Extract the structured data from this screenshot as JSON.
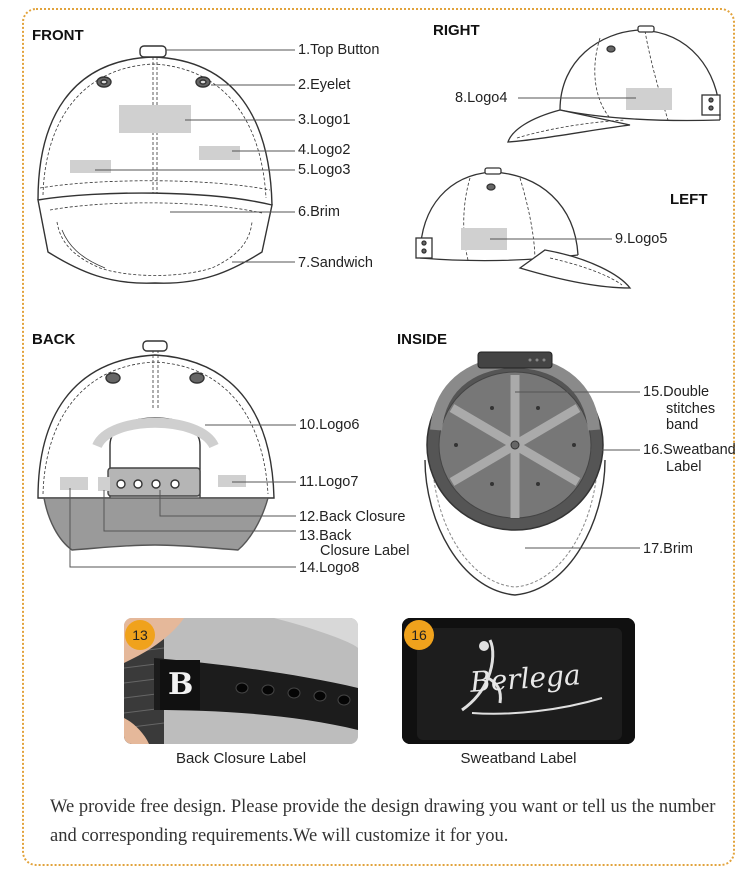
{
  "sections": {
    "front": "FRONT",
    "right": "RIGHT",
    "left": "LEFT",
    "back": "BACK",
    "inside": "INSIDE"
  },
  "callouts": {
    "c1": "1.Top Button",
    "c2": "2.Eyelet",
    "c3": "3.Logo1",
    "c4": "4.Logo2",
    "c5": "5.Logo3",
    "c6": "6.Brim",
    "c7": "7.Sandwich",
    "c8": "8.Logo4",
    "c9": "9.Logo5",
    "c10": "10.Logo6",
    "c11": "11.Logo7",
    "c12": "12.Back Closure",
    "c13_line1": "13.Back",
    "c13_line2": "Closure Label",
    "c14": "14.Logo8",
    "c15_line1": "15.Double",
    "c15_line2": "stitches",
    "c15_line3": "band",
    "c16_line1": "16.Sweatband",
    "c16_line2": "Label",
    "c17": "17.Brim"
  },
  "photos": {
    "left_badge": "13",
    "right_badge": "16",
    "left_caption": "Back Closure Label",
    "right_caption": "Sweatband Label",
    "left_logo_glyph": "B",
    "right_logo_text": "Berlega"
  },
  "note": "We provide free design. Please provide the design drawing you want or tell us the number and corresponding requirements.We will customize it for you.",
  "colors": {
    "border": "#e2a33c",
    "badge": "#f0a21c",
    "logo_box": "#d0d0d0",
    "brim_back": "#9a9a9a",
    "inside_dark": "#555555",
    "band_gray": "#a8a8a8"
  }
}
